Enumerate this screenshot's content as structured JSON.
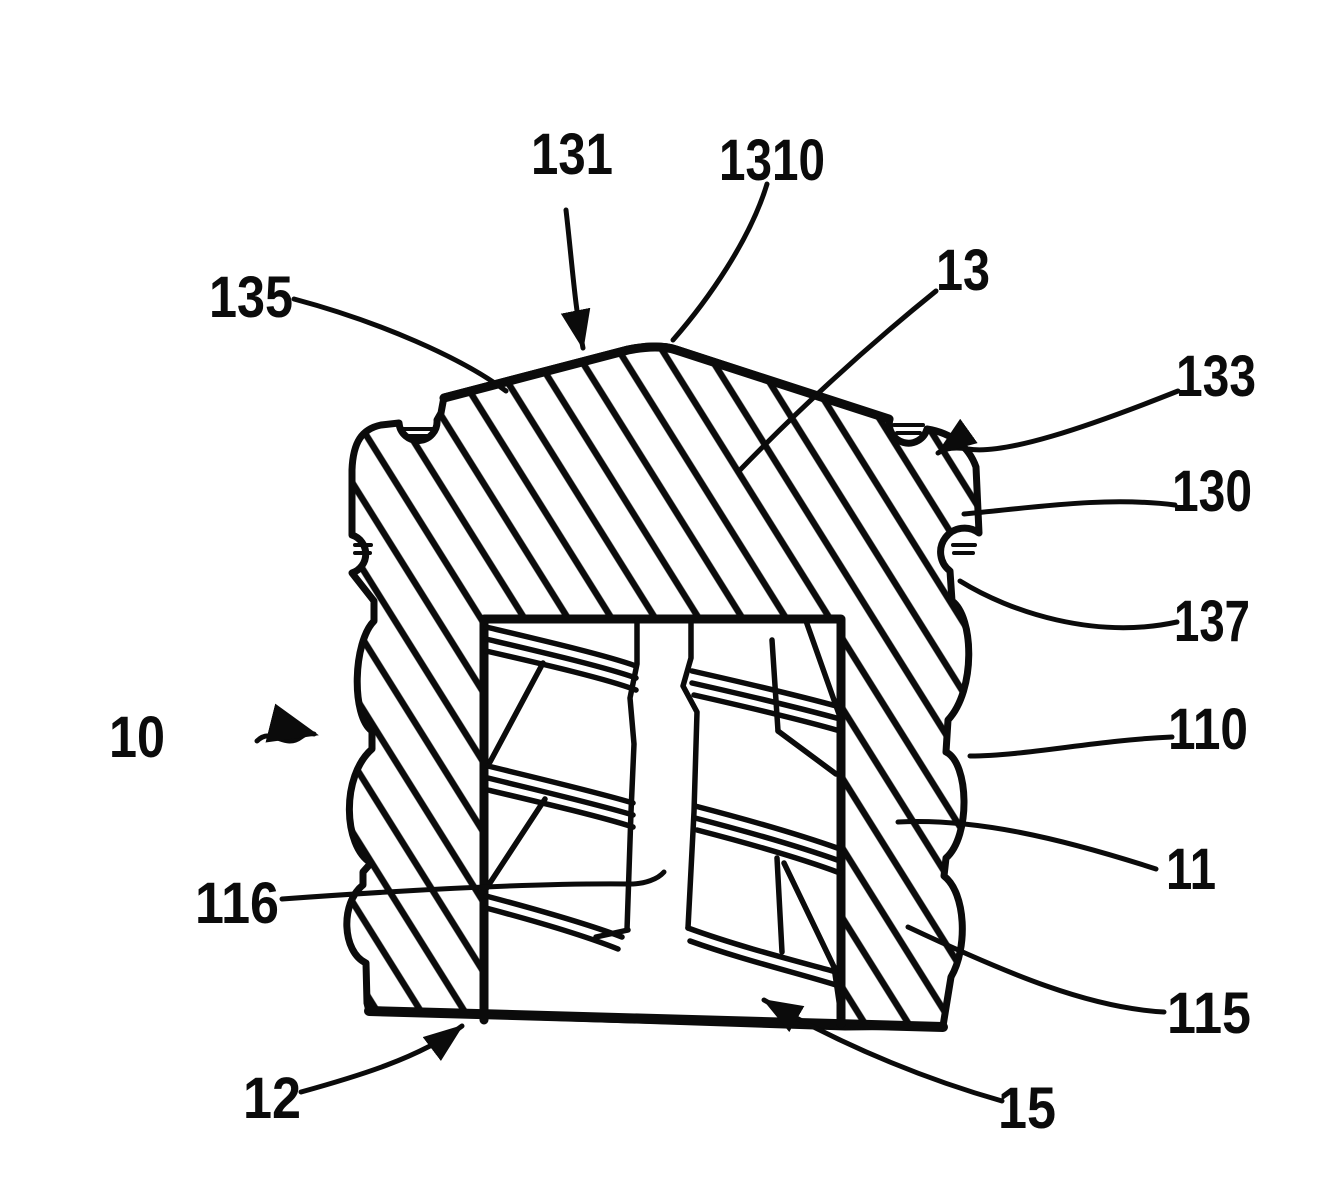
{
  "figure": {
    "type": "patent-cross-section-diagram",
    "description": "Sectional view of a threaded closure plug with internal thread cavity",
    "colors": {
      "ink": "#0b0b0b",
      "paper": "#ffffff"
    },
    "labels": [
      {
        "id": "131",
        "text": "131"
      },
      {
        "id": "1310",
        "text": "1310"
      },
      {
        "id": "135",
        "text": "135"
      },
      {
        "id": "13",
        "text": "13"
      },
      {
        "id": "133",
        "text": "133"
      },
      {
        "id": "130",
        "text": "130"
      },
      {
        "id": "137",
        "text": "137"
      },
      {
        "id": "10",
        "text": "10"
      },
      {
        "id": "110",
        "text": "110"
      },
      {
        "id": "11",
        "text": "11"
      },
      {
        "id": "116",
        "text": "116"
      },
      {
        "id": "115",
        "text": "115"
      },
      {
        "id": "12",
        "text": "12"
      },
      {
        "id": "15",
        "text": "15"
      }
    ]
  }
}
